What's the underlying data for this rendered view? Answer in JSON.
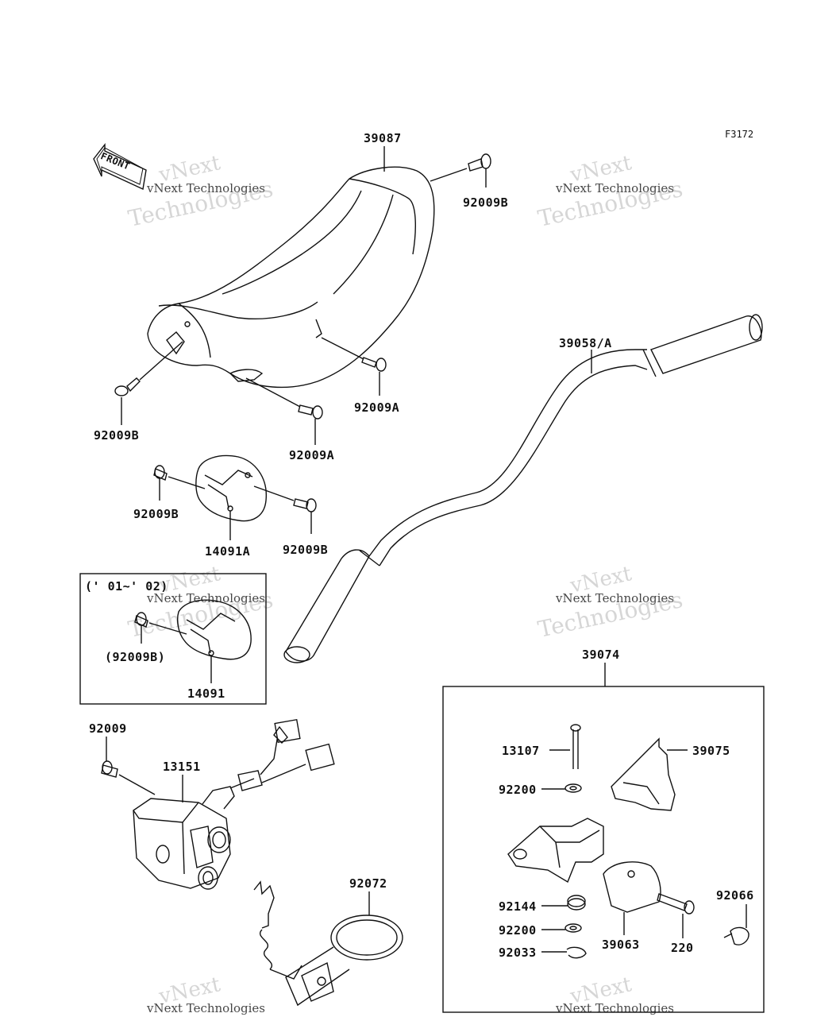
{
  "figure_code": "F3172",
  "front_label": "FRONT",
  "watermark": {
    "line1": "vNext",
    "line2": "vNext Technologies",
    "line3": "Technologies"
  },
  "parts": {
    "p39087": "39087",
    "p92009B_top": "92009B",
    "p39058A": "39058/A",
    "p92009B_left": "92009B",
    "p92009A_right": "92009A",
    "p92009A_mid": "92009A",
    "p92009B_14091A_left": "92009B",
    "p92009B_14091A_right": "92009B",
    "p14091A": "14091A",
    "inset_years": "(' 01~' 02)",
    "p92009B_paren": "(92009B)",
    "p14091": "14091",
    "p92009": "92009",
    "p13151": "13151",
    "p92072": "92072",
    "p39074": "39074",
    "p13107": "13107",
    "p39075": "39075",
    "p92200_a": "92200",
    "p92144": "92144",
    "p92200_b": "92200",
    "p92033": "92033",
    "p39063": "39063",
    "p220": "220",
    "p92066": "92066"
  }
}
